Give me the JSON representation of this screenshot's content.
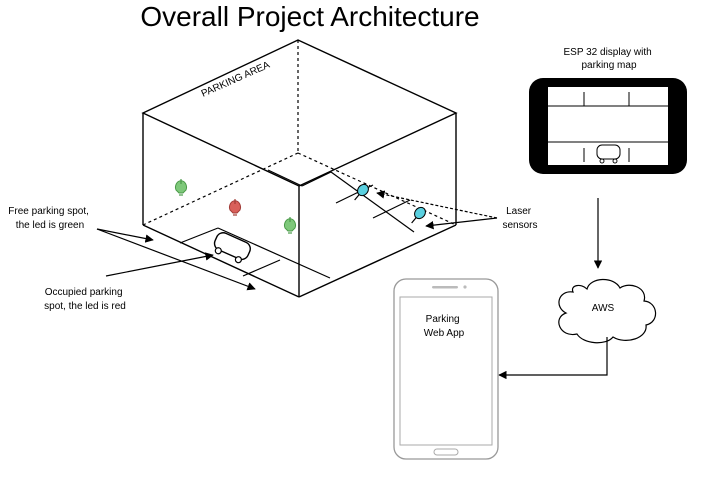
{
  "title": "Overall Project Architecture",
  "parking_area_label": "PARKING AREA",
  "annotations": {
    "free_spot": [
      "Free parking spot,",
      "the led is green"
    ],
    "occupied_spot": [
      "Occupied parking",
      "spot, the led is red"
    ],
    "laser_sensors": [
      "Laser",
      "sensors"
    ]
  },
  "esp32_display": {
    "label": [
      "ESP 32 display with",
      "parking map"
    ]
  },
  "cloud": {
    "label": "AWS"
  },
  "phone": {
    "label": [
      "Parking",
      "Web App"
    ]
  },
  "colors": {
    "led_free": "#7ec87a",
    "led_occupied": "#d9605a",
    "sensor": "#5ad0e0",
    "display_bezel": "#000000"
  }
}
